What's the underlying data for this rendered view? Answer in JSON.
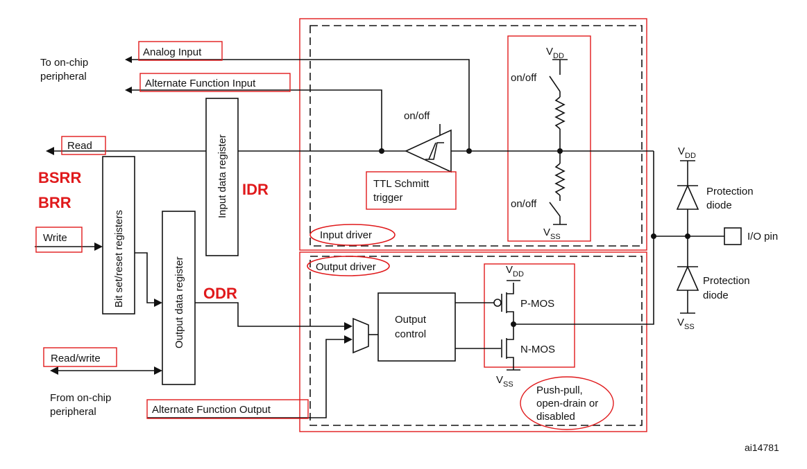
{
  "labels": {
    "to_on_chip_1": "To on-chip",
    "to_on_chip_2": "peripheral",
    "analog_input": "Analog Input",
    "alt_func_input": "Alternate Function Input",
    "read": "Read",
    "bsrr": "BSRR",
    "brr": "BRR",
    "write": "Write",
    "bit_set_reset": "Bit set/reset registers",
    "input_data_register": "Input data register",
    "output_data_register": "Output data register",
    "idr": "IDR",
    "odr": "ODR",
    "read_write": "Read/write",
    "from_on_chip_1": "From on-chip",
    "from_on_chip_2": "peripheral",
    "alt_func_output": "Alternate Function Output",
    "on_off_schmitt": "on/off",
    "ttl_1": "TTL Schmitt",
    "ttl_2": "trigger",
    "input_driver": "Input driver",
    "output_driver": "Output driver",
    "on_off_top": "on/off",
    "on_off_bottom": "on/off",
    "v": "V",
    "dd": "DD",
    "ss": "SS",
    "output_control_1": "Output",
    "output_control_2": "control",
    "p_mos": "P-MOS",
    "n_mos": "N-MOS",
    "mode_1": "Push-pull,",
    "mode_2": "open-drain or",
    "mode_3": "disabled",
    "protection_1": "Protection",
    "protection_2": "diode",
    "io_pin": "I/O pin",
    "figure_id": "ai14781"
  },
  "colors": {
    "annotation": "#e0191b",
    "line": "#111111"
  }
}
